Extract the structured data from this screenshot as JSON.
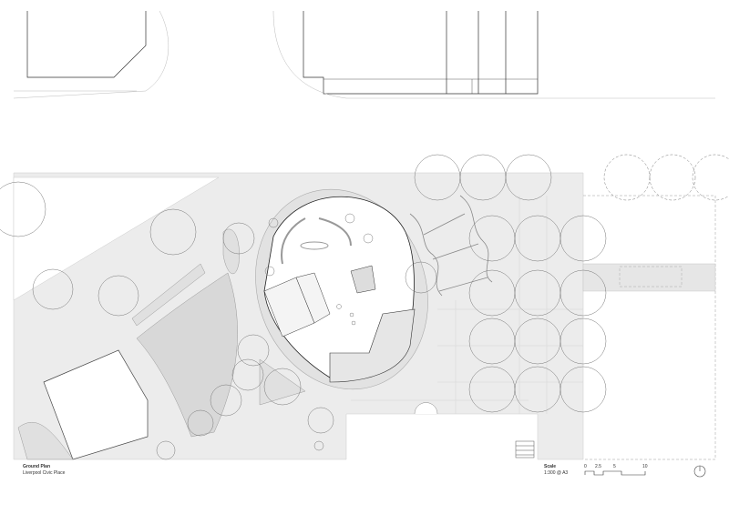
{
  "title_block": {
    "drawing_title": "Ground Plan",
    "project": "Liverpool Civic Place"
  },
  "scale": {
    "label": "Scale",
    "value": "1:300 @ A3",
    "ticks": [
      "0",
      "2.5",
      "5",
      "10"
    ]
  },
  "north_arrow": {
    "icon": "north-arrow-icon"
  },
  "colors": {
    "line": "#222222",
    "light_line": "#bdbdbd",
    "paving": "#ececec",
    "building_fill": "#ffffff"
  }
}
